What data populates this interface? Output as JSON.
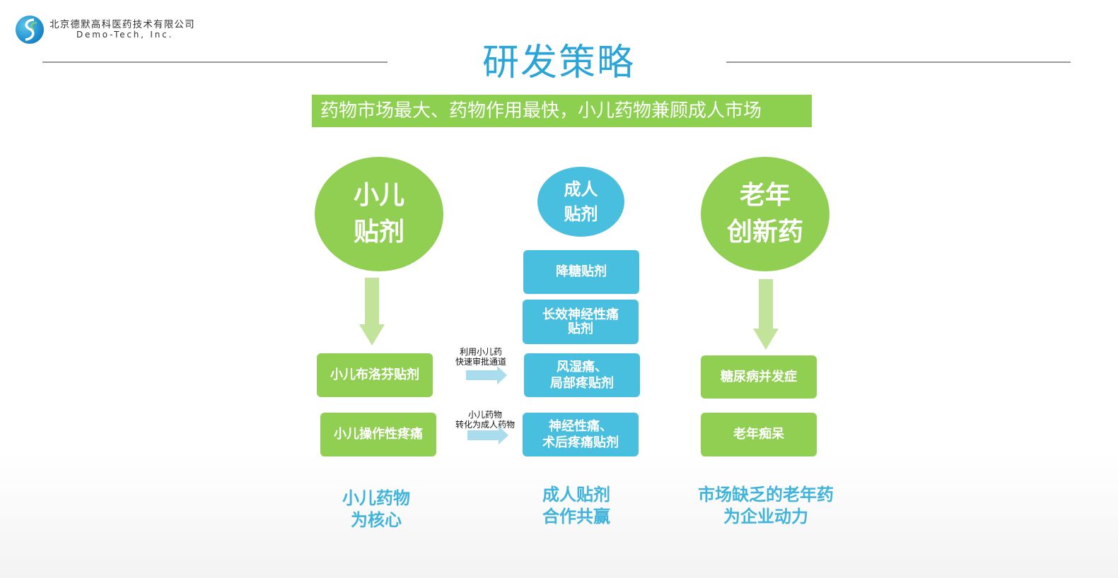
{
  "header": {
    "company_cn": "北京德默高科医药技术有限公司",
    "company_en": "Demo-Tech, Inc.",
    "logo": "logo-mark"
  },
  "title": "研发策略",
  "banner": "药物市场最大、药物作用最快，小儿药物兼顾成人市场",
  "colors": {
    "green": "#90cf52",
    "blue": "#49bfdf",
    "title": "#29a5d9",
    "arrow_light_green": "#c2e39a",
    "arrow_light_blue": "#a9dcec"
  },
  "columns": {
    "child": {
      "heading_line1": "小儿",
      "heading_line2": "贴剂",
      "items": [
        "小儿布洛芬贴剂",
        "小儿操作性疼痛"
      ],
      "footer_line1": "小儿药物",
      "footer_line2": "为核心"
    },
    "adult": {
      "heading_line1": "成人",
      "heading_line2": "贴剂",
      "items": [
        {
          "line1": "降糖贴剂",
          "line2": ""
        },
        {
          "line1": "长效神经性痛",
          "line2": "贴剂"
        },
        {
          "line1": "风湿痛、",
          "line2": "局部疼贴剂"
        },
        {
          "line1": "神经性痛、",
          "line2": "术后疼痛贴剂"
        }
      ],
      "footer_line1": "成人贴剂",
      "footer_line2": "合作共赢"
    },
    "elderly": {
      "heading_line1": "老年",
      "heading_line2": "创新药",
      "items": [
        "糖尿病并发症",
        "老年痴呆"
      ],
      "footer_line1": "市场缺乏的老年药",
      "footer_line2": "为企业动力"
    }
  },
  "arrow_notes": [
    {
      "line1": "利用小儿药",
      "line2": "快速审批通道"
    },
    {
      "line1": "小儿药物",
      "line2": "转化为成人药物"
    }
  ]
}
